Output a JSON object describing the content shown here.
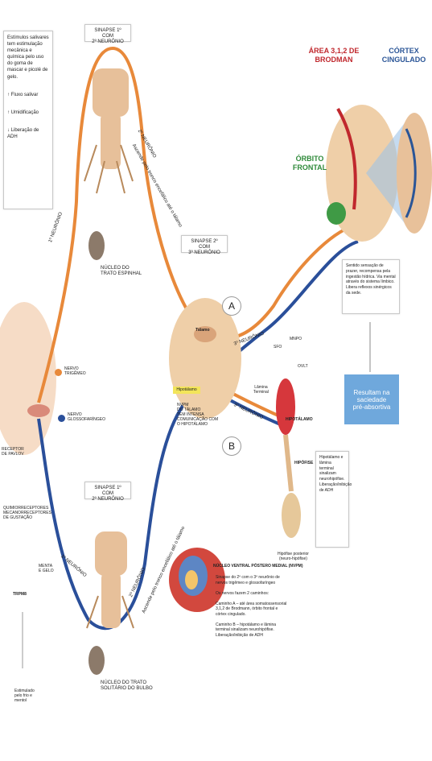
{
  "info_box": {
    "intro": "Estímulos salivares tem estimulação mecânica e química pelo uso do goma de mascar e picolé de gelo.",
    "items": [
      "Fluxo salivar",
      "Umidificação",
      "Liberação de ADH"
    ]
  },
  "synapse_top": "SINAPSE 1º COM\n2º NEURÔNIO",
  "synapse_mid": "SINAPSE 2º COM\n3º NEURÔNIO",
  "synapse_bottom": "SINAPSE 1º COM\n2º NEURÔNIO",
  "nucleus_spinal": "NÚCLEO DO\nTRATO ESPINHAL",
  "nucleus_solitary": "NÚCLEO DO TRATO\nSOLITÁRIO DO BULBO",
  "neuron_first_top": "1º NEURÔNIO",
  "neuron_second_top": "2º NEURÔNIO",
  "neuron_second_top_note": "Ascende pelo tronco encefálico até o tálamo",
  "neuron_first_bottom": "1º NEURÔNIO",
  "neuron_second_bottom": "2º NEURÔNIO",
  "neuron_second_bottom_note": "Ascende pelo tronco encefálico até o tálamo",
  "neuron_third": "3º NEURÔNIO",
  "neuron_third_lower": "3º NEURÔNIO",
  "nerve_trigeminal": "NERVO\nTRIGÊMEO",
  "nerve_glosso": "NERVO\nGLOSSOFARÍNGEO",
  "receptor_label": "RECEPTOR\nDE PAVLOV",
  "chemoreceptors": "QUIMIORRECEPTORES\nMECANORRECEPTORES\nDE GUSTAÇÃO",
  "mint_ice": "MENTA\nE GELO",
  "trpm8": "TRPM8",
  "stimulated_by": "Estimulado\npelo frio e\nmentol",
  "area_brodmann": "ÁREA 3,1,2 DE\nBRODMAN",
  "cortex_cingulate": "CÓRTEX\nCINGULADO",
  "orbito_frontal": "ÓRBITO\nFRONTAL",
  "cortex_note": "Sentido sensação de prazer, recompensa pela ingestão hídrica. Via mental através do sistema límbico. Libera reflexos sinérgicos da sede.",
  "result_box": "Resultam na saciedade\npré-absortiva",
  "circle_a": "A",
  "circle_b": "B",
  "thalamus": "Tálamo",
  "hypothalamus": "Hipotálamo",
  "thalamus_note": "NVPM\nDO TÁLAMO\nTEM INTENSA\nCOMUNICAÇÃO COM\nO HIPOTÁLAMO",
  "sfo": "SFO",
  "mnpo": "MNPO",
  "ovlt": "OVLT",
  "lamina_terminal": "Lâmina\nTerminal",
  "hypothalamus_red": "HIPOTÁLAMO",
  "hypophysis": "HIPÓFISE",
  "posterior_pituitary": "Hipófise posterior\n(neuro-hipófise)",
  "hypophysis_note": "Hipotálamo e lâmina terminal sinalizam neurohipófise. Liberação/inibição de ADH",
  "vpm_title": "NÚCLEO VENTRAL PÓSTERO MEDIAL (NVPM)",
  "vpm_notes": "Sinapse do 2º com o 3º neurônio de nervos trigêmeo e glossofaríngeo\n\nOs nervos fazem 2 caminhos:\n\nCaminho A – até área somatossensorial 3,1,2 de Brodmann, órbito frontal e córtex cingulado.\n\nCaminho B – hipotálamo e lâmina terminal sinalizam neurohipófise. Liberação/inibição de ADH",
  "colors": {
    "orange": "#e8893a",
    "blue": "#2a4f9a",
    "red": "#c0282d",
    "green": "#2f8a3a",
    "result": "#6fa8dc",
    "brain": "#efcfa8"
  }
}
